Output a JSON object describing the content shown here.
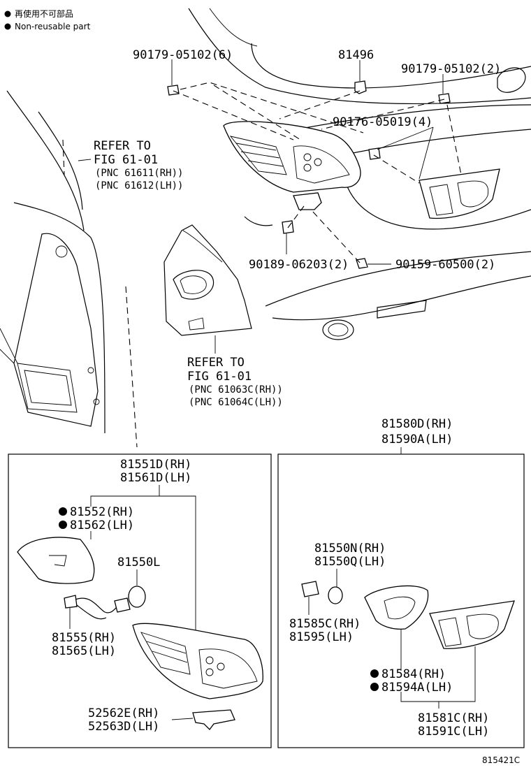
{
  "legend": {
    "line1": "再使用不可部品",
    "line2": "Non-reusable part"
  },
  "top": {
    "bolt_a": "90179-05102(6)",
    "clip": "81496",
    "bolt_b": "90179-05102(2)",
    "nut": "90176-05019(4)",
    "grommet": "90189-06203(2)",
    "screw": "90159-60500(2)"
  },
  "refer1": {
    "l1": "REFER TO",
    "l2": "FIG 61-01",
    "l3": "(PNC 61611(RH))",
    "l4": "(PNC 61612(LH))"
  },
  "refer2": {
    "l1": "REFER TO",
    "l2": "FIG 61-01",
    "l3": "(PNC 61063C(RH))",
    "l4": "(PNC 61064C(LH))"
  },
  "left_box": {
    "assy_rh": "81551D(RH)",
    "assy_lh": "81561D(LH)",
    "gasket_rh": "81552(RH)",
    "gasket_lh": "81562(LH)",
    "bulb": "81550L",
    "socket_rh": "81555(RH)",
    "socket_lh": "81565(LH)",
    "bracket_rh": "52562E(RH)",
    "bracket_lh": "52563D(LH)"
  },
  "right_box": {
    "assy_rh": "81580D(RH)",
    "assy_lh": "81590A(LH)",
    "bulb_rh": "81550N(RH)",
    "bulb_lh": "81550Q(LH)",
    "socket_rh": "81585C(RH)",
    "socket_lh": "81595(LH)",
    "gasket_rh": "81584(RH)",
    "gasket_lh": "81594A(LH)",
    "lens_rh": "81581C(RH)",
    "lens_lh": "81591C(LH)"
  },
  "figure_id": "815421C"
}
